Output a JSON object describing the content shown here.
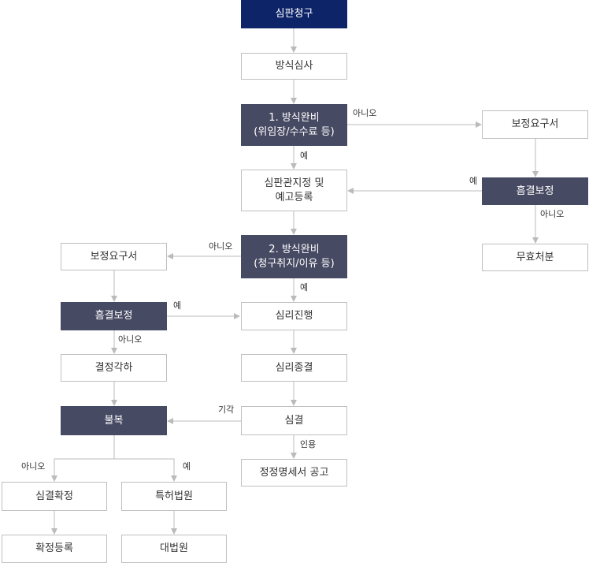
{
  "nodes": {
    "request": "심판청구",
    "formality_review": "방식심사",
    "formality_check_1": "1. 방식완비\n(위임장/수수료 등)",
    "amendment_order_right": "보정요구서",
    "assign_judge": "심판관지정 및\n예고등록",
    "defect_amended_right": "흠결보정",
    "nullity": "무효처분",
    "formality_check_2": "2. 방식완비\n(청구취지/이유 등)",
    "amendment_order_left": "보정요구서",
    "defect_amended_left": "흠결보정",
    "dismissal": "결정각하",
    "hearing": "심리진행",
    "hearing_close": "심리종결",
    "trial_decision": "심결",
    "appeal": "불복",
    "publication": "정정명세서 공고",
    "finalized": "심결확정",
    "patent_court": "특허법원",
    "final_registration": "확정등록",
    "supreme_court": "대법원"
  },
  "labels": {
    "no_1": "아니오",
    "yes_1": "예",
    "yes_right": "예",
    "no_right": "아니오",
    "no_2": "아니오",
    "yes_2": "예",
    "yes_left": "예",
    "no_left": "아니오",
    "rejected": "기각",
    "accepted": "인용",
    "no_bottom": "아니오",
    "yes_bottom": "예"
  },
  "colors": {
    "navy": "#0d2468",
    "dark_box": "#474a63",
    "border": "#bfbfbf",
    "connector": "#bbbbbb"
  }
}
